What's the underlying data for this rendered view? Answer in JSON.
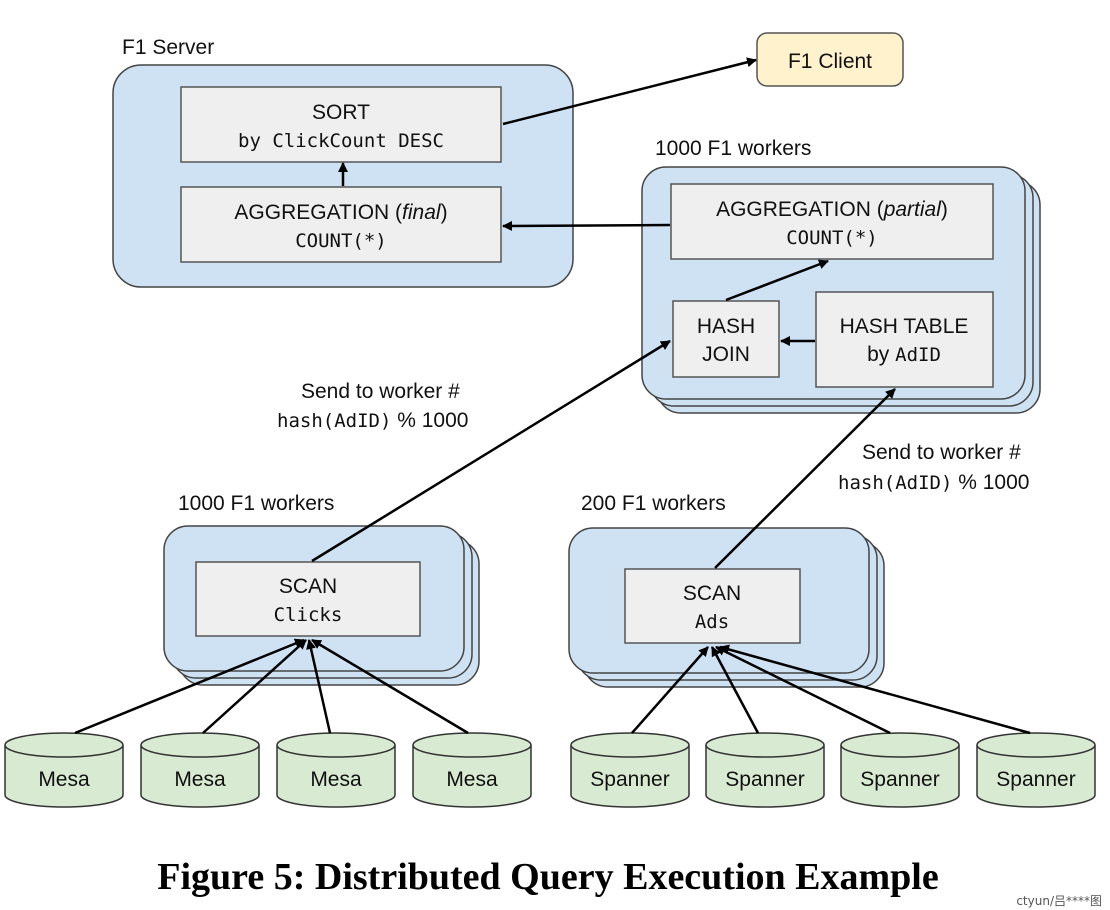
{
  "diagram": {
    "server": {
      "label": "F1 Server",
      "sort": {
        "title": "SORT",
        "detail": "by ClickCount DESC"
      },
      "aggregation_final": {
        "title": "AGGREGATION (",
        "mode": "final",
        "close": ")",
        "detail": "COUNT(*)"
      }
    },
    "client": {
      "label": "F1 Client"
    },
    "join_workers": {
      "label": "1000 F1 workers",
      "aggregation_partial": {
        "title": "AGGREGATION (",
        "mode": "partial",
        "close": ")",
        "detail": "COUNT(*)"
      },
      "hash_join": {
        "line1": "HASH",
        "line2": "JOIN"
      },
      "hash_table": {
        "title": "HASH TABLE",
        "detail_prefix": "by ",
        "detail_code": "AdID"
      }
    },
    "send_left": {
      "line1": "Send to worker #",
      "code": "hash(AdID)",
      "rest": " % 1000"
    },
    "send_right": {
      "line1": "Send to worker #",
      "code": "hash(AdID)",
      "rest": " % 1000"
    },
    "scan_clicks_workers": {
      "label": "1000 F1 workers",
      "scan": {
        "title": "SCAN",
        "table": "Clicks"
      }
    },
    "scan_ads_workers": {
      "label": "200 F1 workers",
      "scan": {
        "title": "SCAN",
        "table": "Ads"
      }
    },
    "mesa_sources": [
      "Mesa",
      "Mesa",
      "Mesa",
      "Mesa"
    ],
    "spanner_sources": [
      "Spanner",
      "Spanner",
      "Spanner",
      "Spanner"
    ]
  },
  "caption": "Figure 5: Distributed Query Execution Example",
  "watermark": "ctyun/吕****图",
  "colors": {
    "group_fill": "#cfe2f3",
    "operator_fill": "#efefef",
    "client_fill": "#fff2cc",
    "storage_fill": "#d9ead3"
  }
}
